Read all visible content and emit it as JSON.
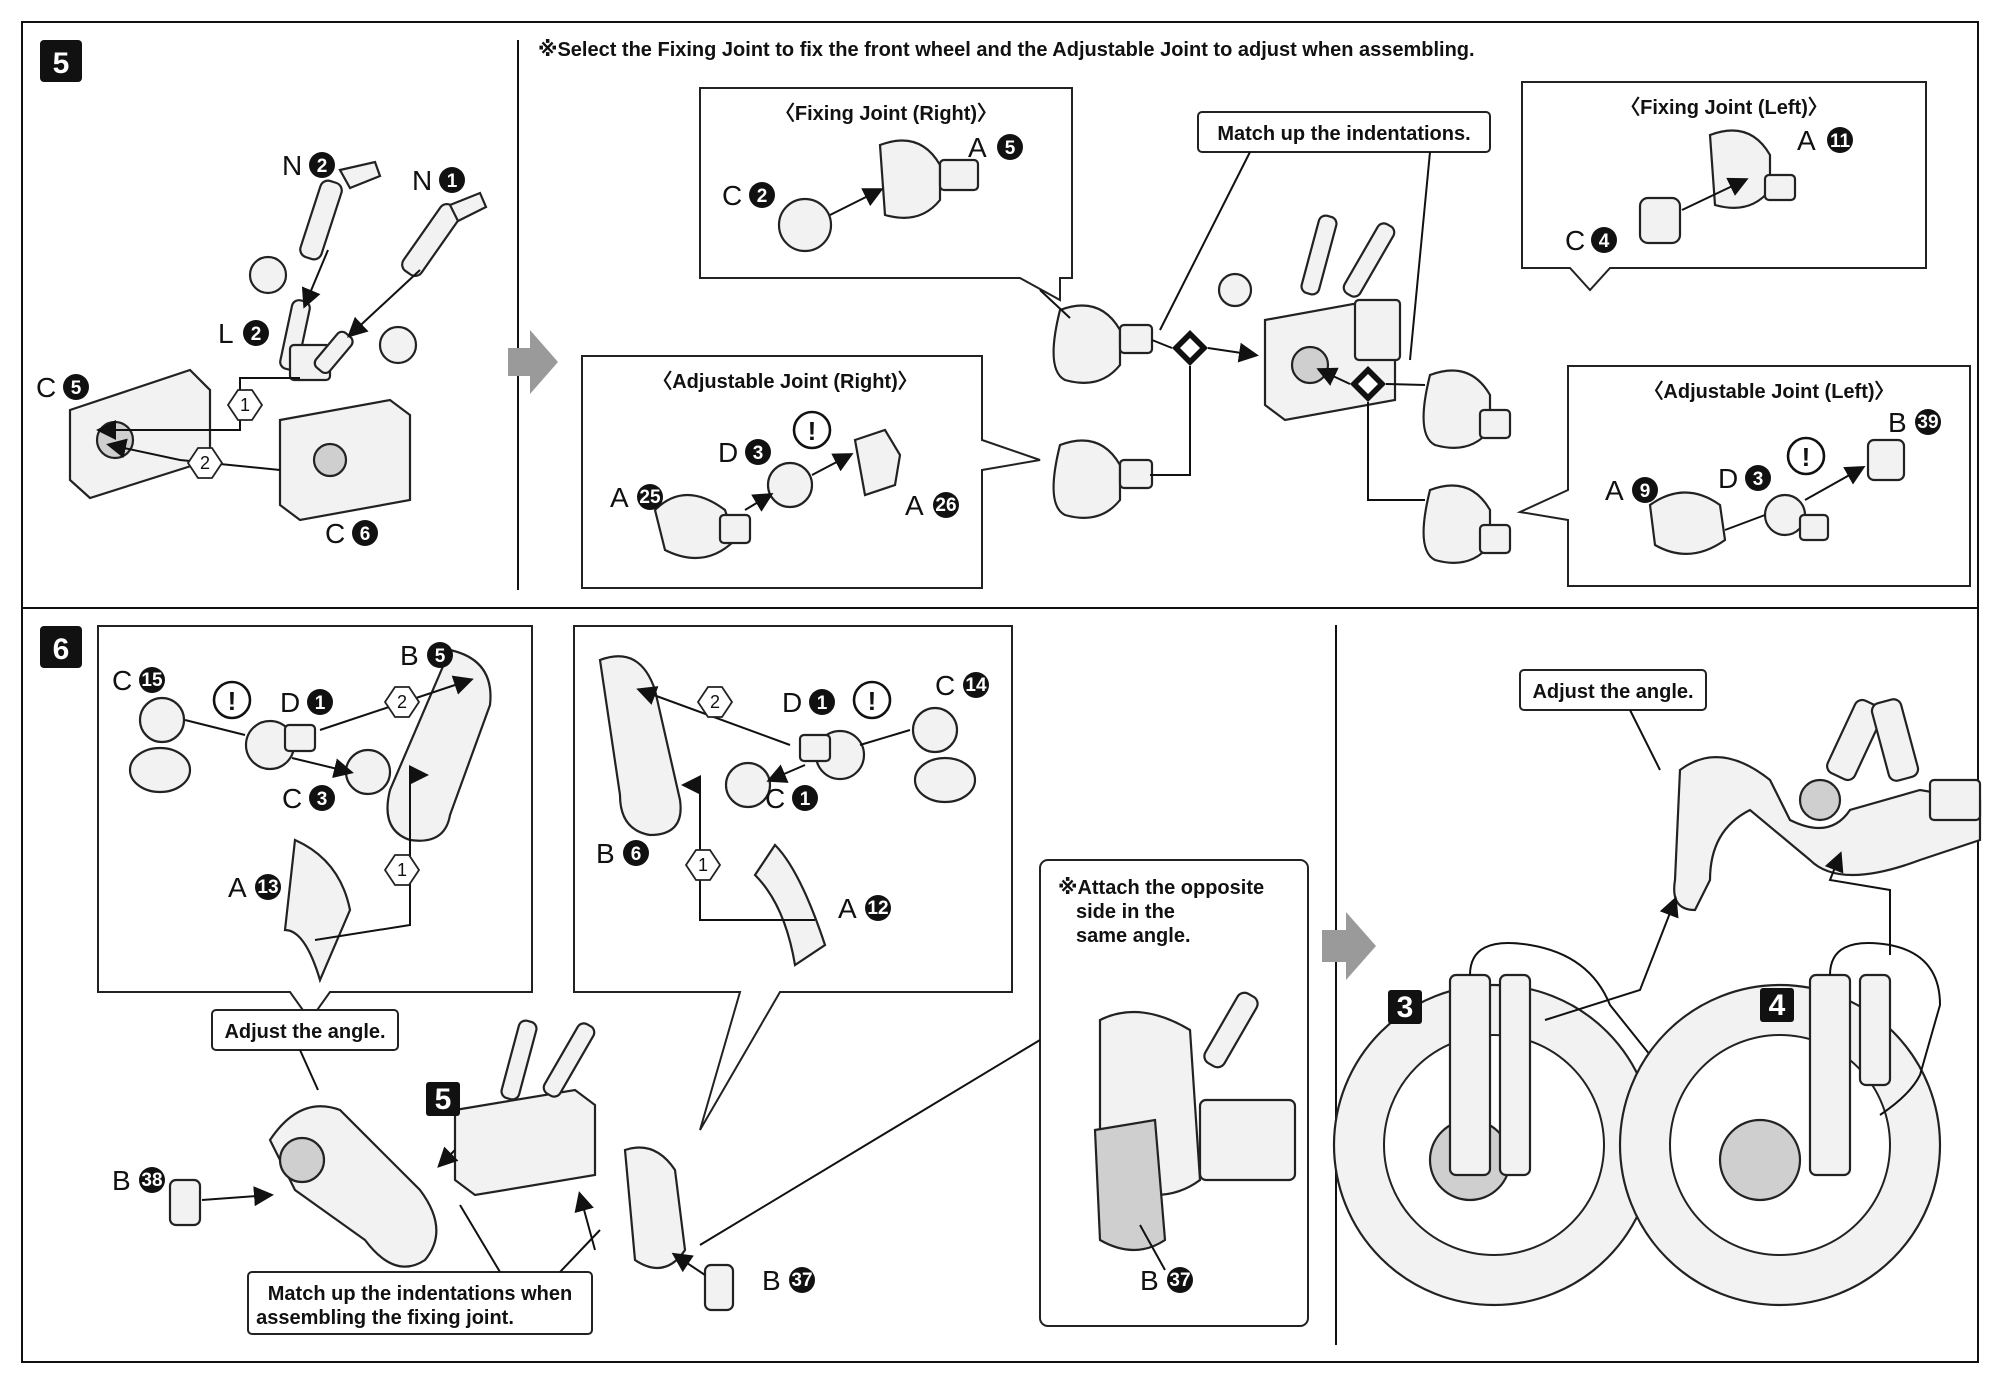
{
  "steps": {
    "s5": "5",
    "s6": "6",
    "sub3": "3",
    "sub4": "4",
    "sub5": "5"
  },
  "notes": {
    "select_joint": "※Select the Fixing Joint to fix the front wheel and the Adjustable Joint to adjust when assembling.",
    "opposite_1": "※Attach the opposite",
    "opposite_2": "side in the",
    "opposite_3": "same angle."
  },
  "callouts": {
    "fixing_right": "〈Fixing Joint (Right)〉",
    "fixing_left": "〈Fixing Joint (Left)〉",
    "adjustable_right": "〈Adjustable Joint (Right)〉",
    "adjustable_left": "〈Adjustable Joint (Left)〉"
  },
  "tags": {
    "match_indent": "Match up the indentations.",
    "adjust_angle_a": "Adjust the angle.",
    "adjust_angle_b": "Adjust the angle.",
    "match_fix_1": "Match up the indentations when",
    "match_fix_2": "assembling the fixing joint."
  },
  "hex_labels": {
    "one": "1",
    "two": "2"
  },
  "warn_symbol": "!",
  "parts": {
    "p5": [
      {
        "letter": "N",
        "num": "2"
      },
      {
        "letter": "N",
        "num": "1"
      },
      {
        "letter": "L",
        "num": "2"
      },
      {
        "letter": "C",
        "num": "5"
      },
      {
        "letter": "C",
        "num": "6"
      }
    ],
    "fixing_right": [
      {
        "letter": "C",
        "num": "2"
      },
      {
        "letter": "A",
        "num": "5"
      }
    ],
    "fixing_left": [
      {
        "letter": "A",
        "num": "11"
      },
      {
        "letter": "C",
        "num": "4"
      }
    ],
    "adjustable_right": [
      {
        "letter": "D",
        "num": "3"
      },
      {
        "letter": "A",
        "num": "25"
      },
      {
        "letter": "A",
        "num": "26"
      }
    ],
    "adjustable_left": [
      {
        "letter": "B",
        "num": "39"
      },
      {
        "letter": "A",
        "num": "9"
      },
      {
        "letter": "D",
        "num": "3"
      }
    ],
    "p6_left": [
      {
        "letter": "C",
        "num": "15"
      },
      {
        "letter": "D",
        "num": "1"
      },
      {
        "letter": "B",
        "num": "5"
      },
      {
        "letter": "C",
        "num": "3"
      },
      {
        "letter": "A",
        "num": "13"
      }
    ],
    "p6_mid": [
      {
        "letter": "D",
        "num": "1"
      },
      {
        "letter": "C",
        "num": "14"
      },
      {
        "letter": "C",
        "num": "1"
      },
      {
        "letter": "B",
        "num": "6"
      },
      {
        "letter": "A",
        "num": "12"
      }
    ],
    "p6_bottom": [
      {
        "letter": "B",
        "num": "38"
      },
      {
        "letter": "B",
        "num": "37"
      }
    ],
    "p6_detail": [
      {
        "letter": "B",
        "num": "37"
      }
    ]
  }
}
